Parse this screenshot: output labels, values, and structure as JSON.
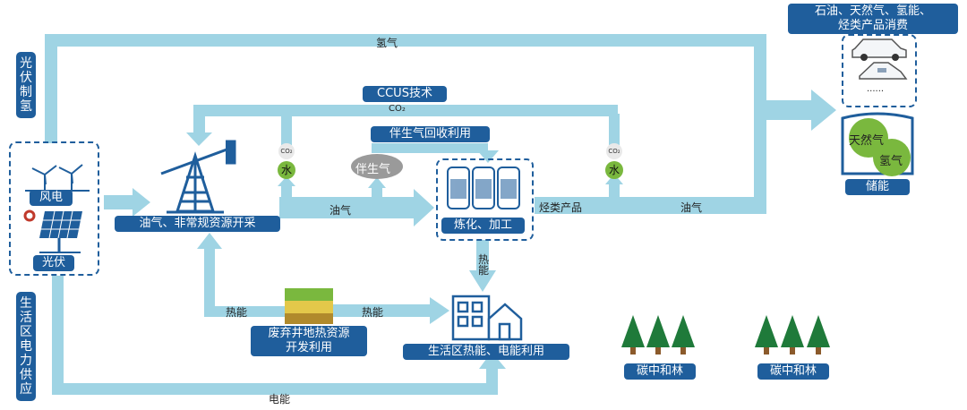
{
  "arrow_labels": {
    "hydrogen": "氢气",
    "co2": "CO₂",
    "oil_gas": "油气",
    "hydrocarbon_products": "烃类产品",
    "oil_gas_2": "油气",
    "heat_vertical": "热能",
    "heat_left": "热能",
    "heat_right": "热能",
    "electricity": "电能"
  },
  "vertical_tags": {
    "pv_hydrogen": "光伏制氢",
    "community_power": "生活区电力供应"
  },
  "nodes": {
    "wind": "风电",
    "solar": "光伏",
    "extraction": "油气、非常规资源开采",
    "ccus": "CCUS技术",
    "associated_gas_recovery": "伴生气回收利用",
    "associated_gas": "伴生气",
    "co2_small": "CO₂",
    "water": "水",
    "refining": "炼化、加工",
    "consumption_line1": "石油、天然气、氢能、",
    "consumption_line2": "烃类产品消费",
    "vehicles_more": "......",
    "natural_gas": "天然气",
    "hydrogen": "氢气",
    "storage": "储能",
    "geothermal_line1": "废弃井地热资源",
    "geothermal_line2": "开发利用",
    "community_use": "生活区热能、电能利用",
    "forest1": "碳中和林",
    "forest2": "碳中和林"
  },
  "colors": {
    "arrow": "#9fd4e4",
    "tag": "#1f5e9c",
    "tree": "#1f7a3a",
    "water": "#7ab83e"
  }
}
